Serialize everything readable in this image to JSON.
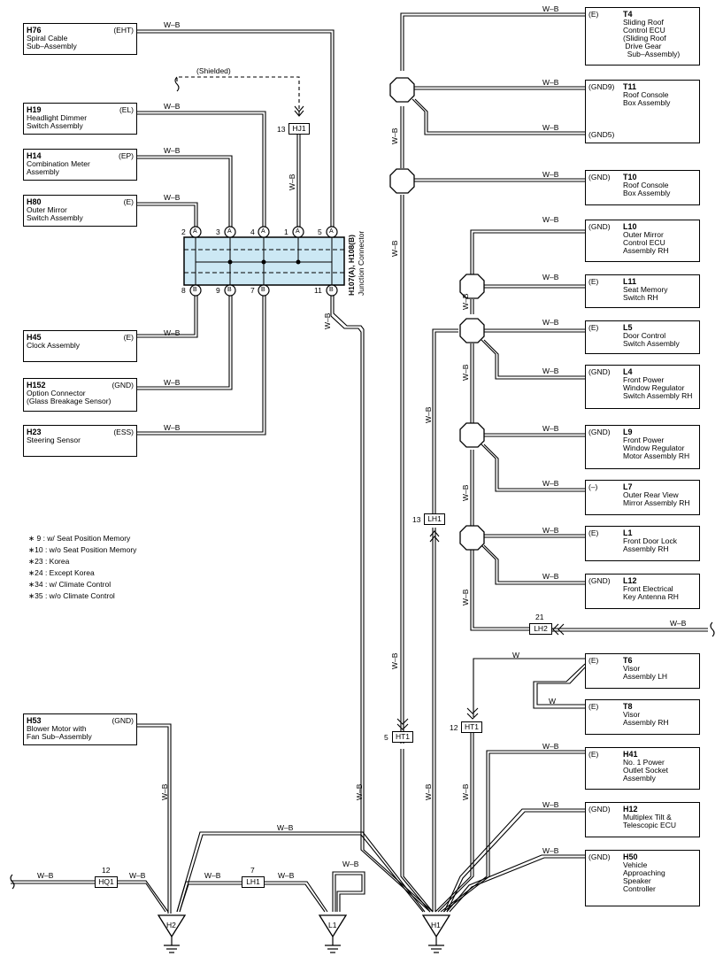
{
  "wire_color": "W–B",
  "wire_color_w": "W",
  "shielded": "(Shielded)",
  "junction": {
    "title": "H107(A), H108(B)",
    "subtitle": "Junction Connector",
    "top_pins": [
      "2",
      "3",
      "4",
      "1",
      "5"
    ],
    "bottom_pins": [
      "8",
      "9",
      "7",
      "11"
    ],
    "pin_a": "A",
    "pin_b": "B",
    "fill": "#cce8f4"
  },
  "left_boxes": [
    {
      "id": "H76",
      "name": "Spiral Cable\nSub–Assembly",
      "pin": "(EHT)"
    },
    {
      "id": "H19",
      "name": "Headlight Dimmer\nSwitch Assembly",
      "pin": "(EL)"
    },
    {
      "id": "H14",
      "name": "Combination Meter\nAssembly",
      "pin": "(EP)"
    },
    {
      "id": "H80",
      "name": "Outer Mirror\nSwitch Assembly",
      "pin": "(E)"
    },
    {
      "id": "H45",
      "name": "Clock Assembly",
      "pin": "(E)"
    },
    {
      "id": "H152",
      "name": "Option Connector\n(Glass Breakage Sensor)",
      "pin": "(GND)"
    },
    {
      "id": "H23",
      "name": "Steering Sensor",
      "pin": "(ESS)"
    },
    {
      "id": "H53",
      "name": "Blower Motor with\nFan Sub–Assembly",
      "pin": "(GND)"
    }
  ],
  "right_boxes": [
    {
      "id": "T4",
      "name": "Sliding Roof\nControl ECU\n(Sliding Roof\n Drive Gear\n  Sub–Assembly)",
      "pin": "(E)"
    },
    {
      "id": "T11",
      "name": "Roof Console\nBox Assembly",
      "pin": "(GND9)",
      "pin2": "(GND5)"
    },
    {
      "id": "T10",
      "name": "Roof Console\nBox Assembly",
      "pin": "(GND)"
    },
    {
      "id": "L10",
      "name": "Outer Mirror\nControl ECU\nAssembly RH",
      "pin": "(GND)"
    },
    {
      "id": "L11",
      "name": "Seat Memory\nSwitch RH",
      "pin": "(E)"
    },
    {
      "id": "L5",
      "name": "Door Control\nSwitch Assembly",
      "pin": "(E)"
    },
    {
      "id": "L4",
      "name": "Front Power\nWindow Regulator\nSwitch Assembly RH",
      "pin": "(GND)"
    },
    {
      "id": "L9",
      "name": "Front Power\nWindow Regulator\nMotor Assembly RH",
      "pin": "(GND)"
    },
    {
      "id": "L7",
      "name": "Outer Rear View\nMirror Assembly RH",
      "pin": "(–)"
    },
    {
      "id": "L1",
      "name": "Front Door Lock\nAssembly RH",
      "pin": "(E)"
    },
    {
      "id": "L12",
      "name": "Front Electrical\nKey Antenna RH",
      "pin": "(GND)"
    },
    {
      "id": "T6",
      "name": "Visor\nAssembly LH",
      "pin": "(E)"
    },
    {
      "id": "T8",
      "name": "Visor\nAssembly RH",
      "pin": "(E)"
    },
    {
      "id": "H41",
      "name": "No. 1 Power\nOutlet Socket\nAssembly",
      "pin": "(E)"
    },
    {
      "id": "H12",
      "name": "Multiplex Tilt &\nTelescopic ECU",
      "pin": "(GND)"
    },
    {
      "id": "H50",
      "name": "Vehicle\nApproaching\nSpeaker\nController",
      "pin": "(GND)"
    }
  ],
  "connectors": {
    "HJ1": {
      "label": "HJ1",
      "num": "13"
    },
    "LH1a": {
      "label": "LH1",
      "num": "13"
    },
    "LH2": {
      "label": "LH2",
      "num": "21"
    },
    "HT1a": {
      "label": "HT1",
      "num": "5"
    },
    "HT1b": {
      "label": "HT1",
      "num": "12"
    },
    "HQ1": {
      "label": "HQ1",
      "num": "12"
    },
    "LH1b": {
      "label": "LH1",
      "num": "7"
    }
  },
  "grounds": [
    "H2",
    "L1",
    "H1"
  ],
  "notes": [
    "∗ 9 : w/ Seat Position Memory",
    "∗10 : w/o Seat Position Memory",
    "∗23 : Korea",
    "∗24 : Except Korea",
    "∗34 : w/ Climate Control",
    "∗35 : w/o Climate Control"
  ]
}
